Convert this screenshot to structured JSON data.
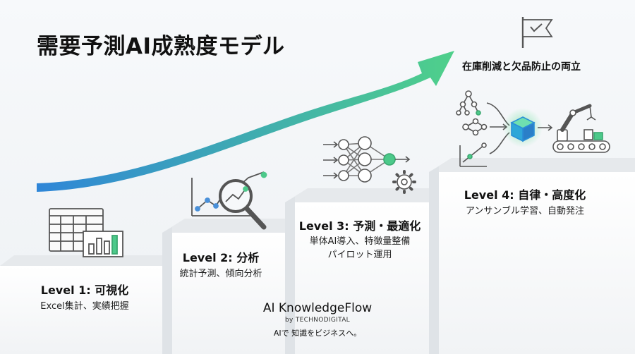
{
  "title": "需要予測AI成熟度モデル",
  "goal": {
    "label": "在庫削減と欠品防止の両立",
    "icon": "flag-icon"
  },
  "levels": [
    {
      "title": "Level 1: 可視化",
      "lines": [
        "Excel集計、実績把握"
      ],
      "icon": "spreadsheet-chart-icon"
    },
    {
      "title": "Level 2: 分析",
      "lines": [
        "統計予測、傾向分析"
      ],
      "icon": "magnifier-chart-icon"
    },
    {
      "title": "Level 3: 予測・最適化",
      "lines": [
        "単体AI導入、特徴量整備",
        "パイロット運用"
      ],
      "icon": "neural-network-icon"
    },
    {
      "title": "Level 4: 自律・高度化",
      "lines": [
        "アンサンブル学習、自動発注"
      ],
      "icon": "ensemble-robot-icon"
    }
  ],
  "brand": {
    "name": "AI KnowledgeFlow",
    "by": "by TECHNODIGITAL",
    "tagline": "AIで 知識をビジネスへ。"
  },
  "colors": {
    "arrow_start": "#2f86d8",
    "arrow_end": "#4fd08a",
    "accent_green": "#4cc98a",
    "cube": "#2ea7d8",
    "icon_gray": "#555555"
  }
}
